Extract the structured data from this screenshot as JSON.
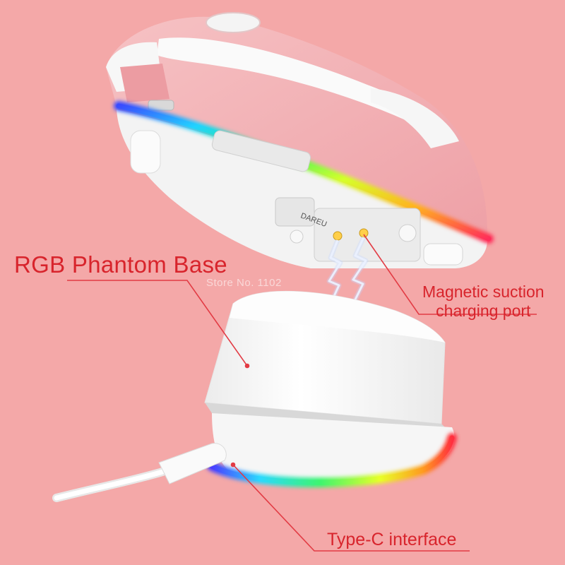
{
  "labels": {
    "base": "RGB Phantom Base",
    "magnetic_line1": "Magnetic suction",
    "magnetic_line2": "charging port",
    "typec": "Type-C interface"
  },
  "watermark": "Store No. 1102",
  "brand_mark": "DAREU",
  "colors": {
    "background": "#f4a8a8",
    "label_text": "#d8242c",
    "mouse_shell": "#f2b3b5",
    "white_parts": "#f7f7f7",
    "leader_line": "#e23b44"
  }
}
